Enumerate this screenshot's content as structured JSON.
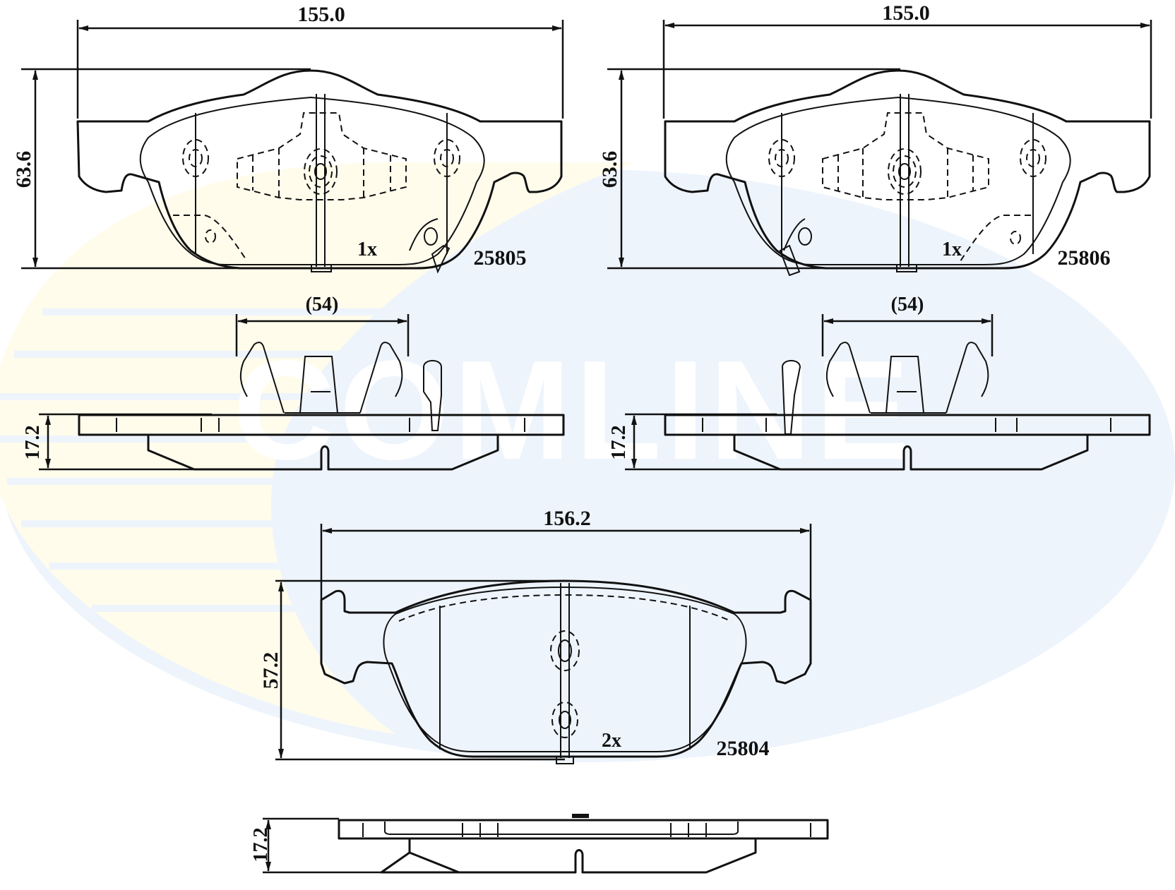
{
  "watermark": {
    "brand": "COMLINE",
    "ellipse_color": "#eef4fc",
    "swoosh_color": "#fffcec",
    "letter_color": "#ffffff"
  },
  "drawings": {
    "pad_25805": {
      "part_number": "25805",
      "quantity": "1x",
      "width_label": "155.0",
      "height_label": "63.6",
      "clip_span_label": "(54)",
      "thickness_label": "17.2"
    },
    "pad_25806": {
      "part_number": "25806",
      "quantity": "1x",
      "width_label": "155.0",
      "height_label": "63.6",
      "clip_span_label": "(54)",
      "thickness_label": "17.2"
    },
    "pad_25804": {
      "part_number": "25804",
      "quantity": "2x",
      "width_label": "156.2",
      "height_label": "57.2",
      "thickness_label": "17.2"
    }
  },
  "colors": {
    "line": "#111111",
    "background": "#ffffff"
  }
}
